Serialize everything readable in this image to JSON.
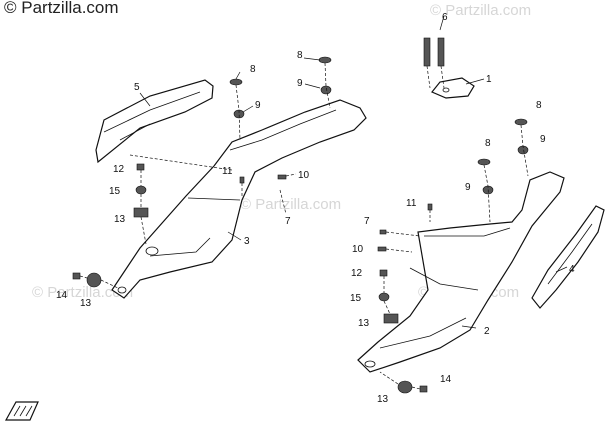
{
  "watermarks": {
    "top_left": "© Partzilla.com",
    "repeat": "© Partzilla.com"
  },
  "callouts": {
    "n1": "1",
    "n2": "2",
    "n3": "3",
    "n4": "4",
    "n5": "5",
    "n6": "6",
    "n7": "7",
    "n8": "8",
    "n9": "9",
    "n10": "10",
    "n11": "11",
    "n12": "12",
    "n13": "13",
    "n14": "14",
    "n15": "15"
  }
}
